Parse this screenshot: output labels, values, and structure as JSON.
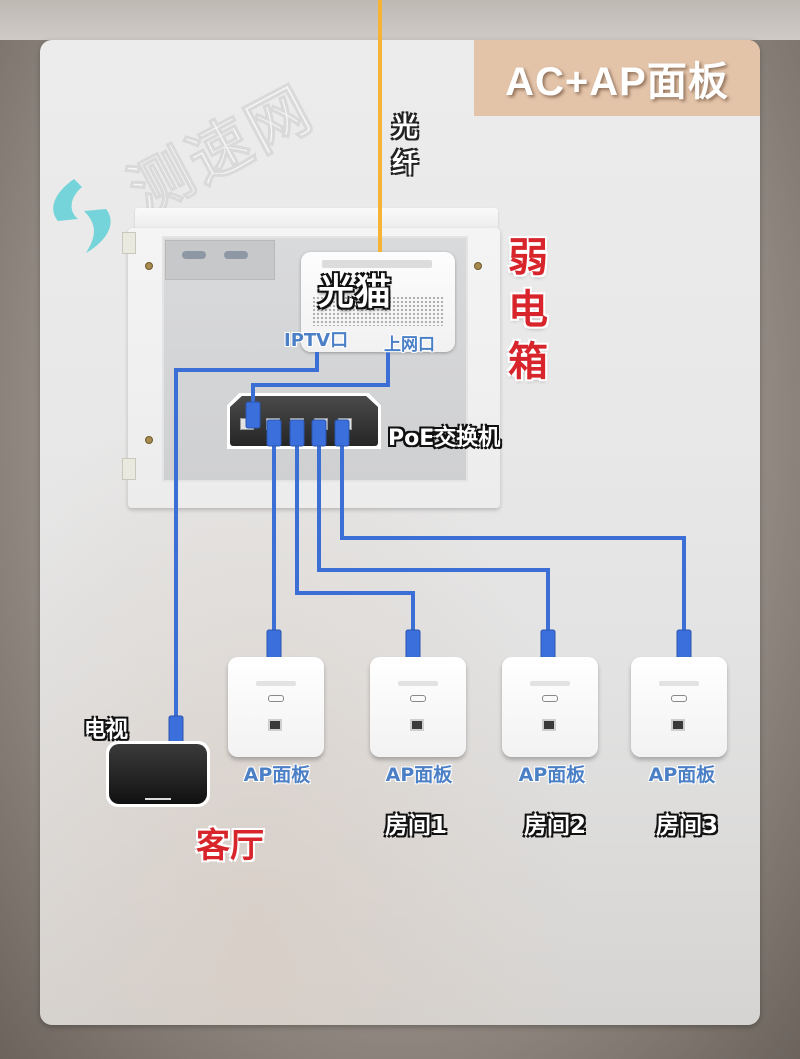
{
  "title": "AC+AP面板",
  "watermark": "测速网",
  "labels": {
    "fiber": "光纤",
    "cabinet": "弱电箱",
    "modem": "光猫",
    "modem_ports": {
      "iptv": "IPTV口",
      "internet": "上网口"
    },
    "switch": "PoE交换机",
    "tv": "电视",
    "living_room": "客厅"
  },
  "ap_panels": [
    {
      "label": "AP面板",
      "room": ""
    },
    {
      "label": "AP面板",
      "room": "房间1"
    },
    {
      "label": "AP面板",
      "room": "房间2"
    },
    {
      "label": "AP面板",
      "room": "房间3"
    }
  ],
  "colors": {
    "title_bg": "#e3c4a9",
    "cable_blue": "#3b6fd6",
    "fiber_orange": "#f6b335",
    "accent_red": "#d8252c",
    "port_label_blue": "#4b7fc6",
    "logo_teal": "#5fd0d6"
  },
  "connections": [
    {
      "from": "光纤",
      "to": "光猫"
    },
    {
      "from": "光猫 上网口",
      "to": "PoE交换机"
    },
    {
      "from": "光猫 IPTV口",
      "to": "电视"
    },
    {
      "from": "PoE交换机",
      "to": "AP面板 (客厅)"
    },
    {
      "from": "PoE交换机",
      "to": "AP面板 房间1"
    },
    {
      "from": "PoE交换机",
      "to": "AP面板 房间2"
    },
    {
      "from": "PoE交换机",
      "to": "AP面板 房间3"
    }
  ]
}
